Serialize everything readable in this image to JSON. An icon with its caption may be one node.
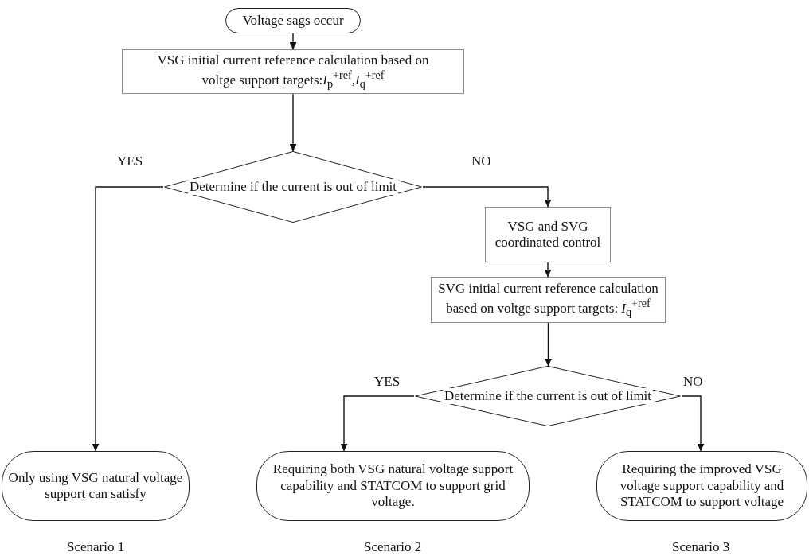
{
  "diagram": {
    "nodes": [
      {
        "text": [
          "Voltage sags occur"
        ]
      },
      {
        "text": [
          "VSG initial current reference calculation based on voltge support targets:*I*$_{p}$$^{+ref}$,*I*$_{q}$$^{+ref}$"
        ]
      },
      {
        "text": [
          "Determine if the current is out of limit"
        ]
      },
      {
        "text": [
          "VSG and SVG coordinated control"
        ]
      },
      {
        "text": [
          "SVG initial current reference calculation based on voltge support targets: *I*$_{q}$$^{+ref}$"
        ]
      },
      {
        "text": [
          "Determine if the current is out of limit"
        ]
      },
      {
        "text": [
          "Only using VSG natural voltage support can satisfy"
        ],
        "beside": [
          "Scenario 1"
        ]
      },
      {
        "text": [
          "Requiring both VSG natural voltage support capability and STATCOM to support grid voltage."
        ],
        "beside": [
          "Scenario 2"
        ]
      },
      {
        "text": [
          "Requiring the improved VSG voltage support capability and STATCOM to support voltage"
        ],
        "beside": [
          "Scenario 3"
        ]
      }
    ],
    "edges": [
      {
        "from": 0,
        "to": 1,
        "arrow": "to"
      },
      {
        "from": 1,
        "to": 2,
        "arrow": "to"
      },
      {
        "from": 2,
        "to": 6,
        "arrow": "to",
        "label": "YES"
      },
      {
        "from": 2,
        "to": 3,
        "arrow": "to",
        "label": "NO"
      },
      {
        "from": 3,
        "to": 4,
        "arrow": "to"
      },
      {
        "from": 4,
        "to": 5,
        "arrow": "to"
      },
      {
        "from": 5,
        "to": 7,
        "arrow": "to",
        "label": "YES"
      },
      {
        "from": 5,
        "to": 8,
        "arrow": "to",
        "label": "NO"
      }
    ]
  }
}
